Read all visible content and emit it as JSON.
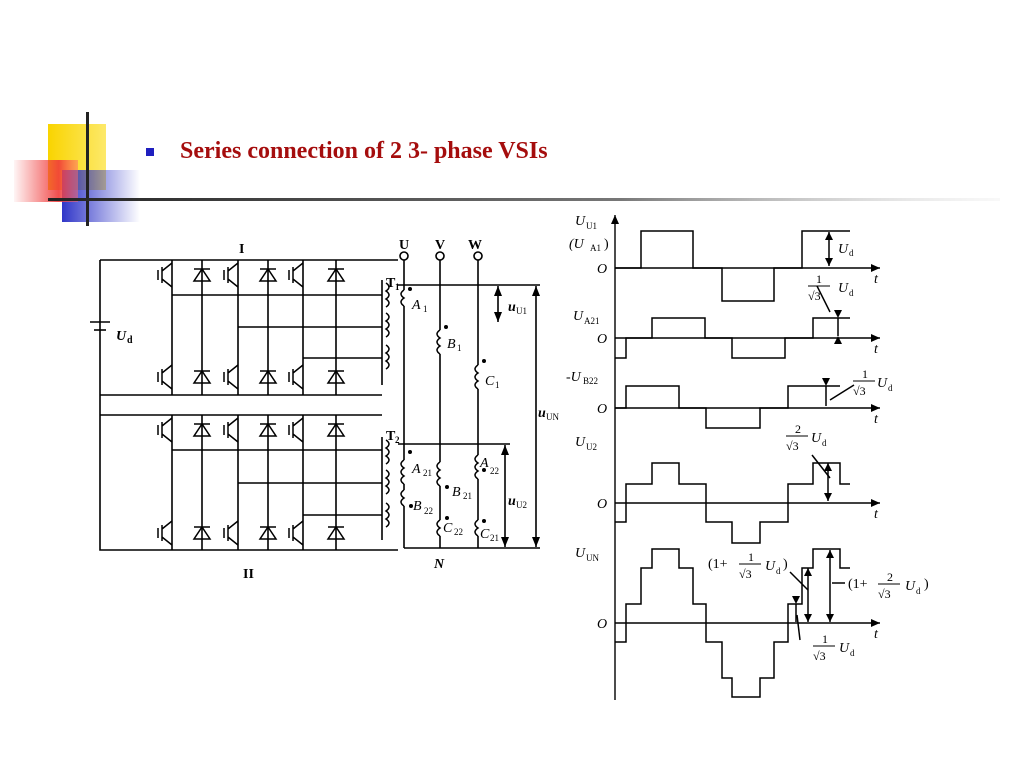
{
  "slide": {
    "title": "Series connection of 2 3- phase VSIs",
    "colors": {
      "title": "#a50d0d",
      "bullet": "#1f1fbf",
      "deco_yellow": "#f9d400",
      "deco_red": "#f03a3a",
      "deco_blue": "#3036c8"
    }
  },
  "circuit": {
    "inverter_top": "I",
    "inverter_bottom": "II",
    "dc_source": "U",
    "dc_source_sub": "d",
    "terminals": [
      "U",
      "V",
      "W"
    ],
    "neutral": "N",
    "transformer_1": "T",
    "transformer_1_sub": "1",
    "transformer_2": "T",
    "transformer_2_sub": "2",
    "windings": {
      "a1": "A",
      "a1_sub": "1",
      "b1": "B",
      "b1_sub": "1",
      "c1": "C",
      "c1_sub": "1",
      "a21": "A",
      "a21_sub": "21",
      "a22": "A",
      "a22_sub": "22",
      "b21": "B",
      "b21_sub": "21",
      "b22": "B",
      "b22_sub": "22",
      "c21": "C",
      "c21_sub": "21",
      "c22": "C",
      "c22_sub": "22"
    },
    "voltages": {
      "u1": "u",
      "u1_sub": "U1",
      "u2": "u",
      "u2_sub": "U2",
      "un": "u",
      "un_sub": "UN"
    }
  },
  "waveforms": {
    "time": "t",
    "origin": "O",
    "plot1": {
      "label": "U",
      "sub": "U1",
      "alt": "(U",
      "alt_sub": "A1",
      "alt_close": ")"
    },
    "plot2": {
      "label": "U",
      "sub": "A21"
    },
    "plot3": {
      "label": "-U",
      "sub": "B22"
    },
    "plot4": {
      "label": "U",
      "sub": "U2"
    },
    "plot5": {
      "label": "U",
      "sub": "UN"
    },
    "annotations": {
      "ud": "U",
      "ud_sub": "d",
      "one": "1",
      "two": "2",
      "sqrt3": "√3",
      "one_plus": "(1+",
      "close": ")"
    }
  }
}
